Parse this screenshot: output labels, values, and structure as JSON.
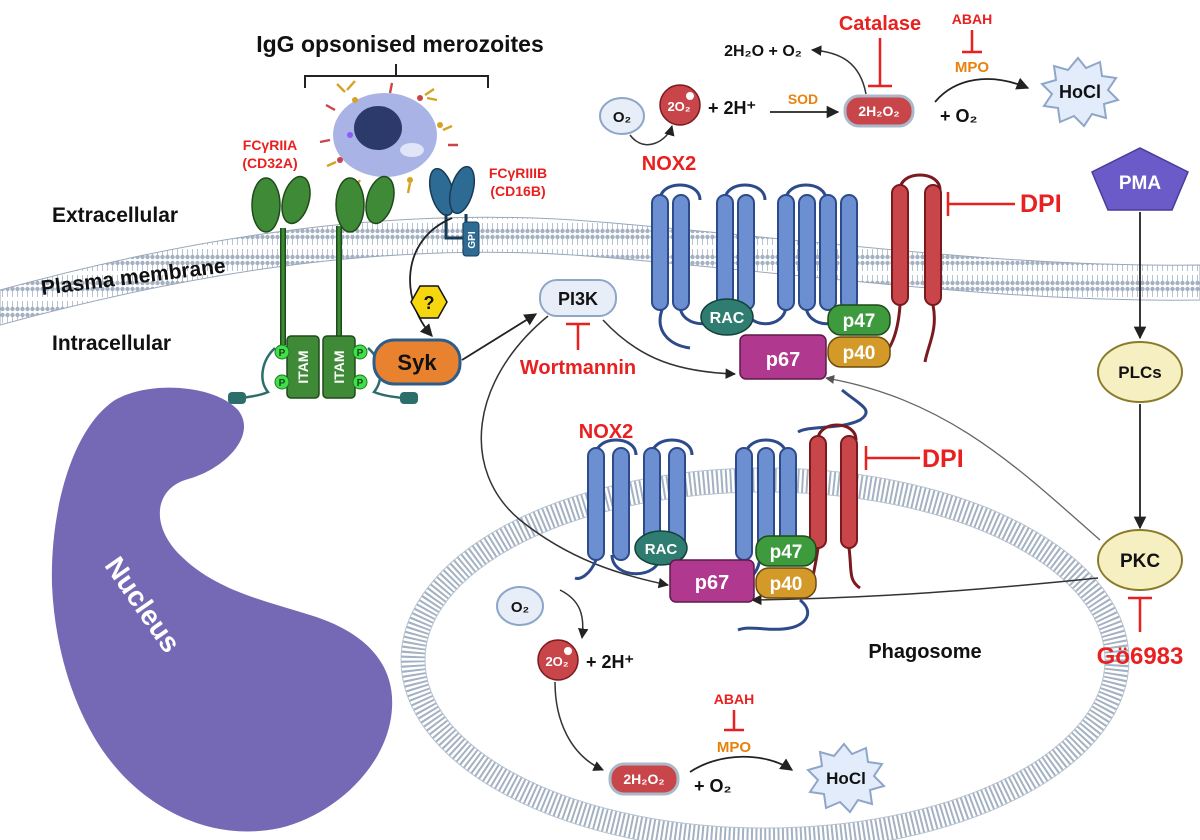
{
  "title": "IgG opsonised merozoites",
  "regions": {
    "extracellular": "Extracellular",
    "plasma_membrane": "Plasma membrane",
    "intracellular": "Intracellular",
    "nucleus": "Nucleus",
    "phagosome": "Phagosome"
  },
  "receptors": {
    "fcgr2a_line1": "FCγRIIA",
    "fcgr2a_line2": "(CD32A)",
    "fcgr3b_line1": "FCγRIIIB",
    "fcgr3b_line2": "(CD16B)",
    "gpi": "GPI",
    "itam": "ITAM",
    "p": "P",
    "question": "?",
    "syk": "Syk"
  },
  "signalling": {
    "pi3k": "PI3K",
    "wortmannin": "Wortmannin",
    "pma": "PMA",
    "plcs": "PLCs",
    "pkc": "PKC",
    "go6983": "Gö6983"
  },
  "nox2_top": {
    "label": "NOX2",
    "rac": "RAC",
    "p67": "p67",
    "p47": "p47",
    "p40": "p40",
    "dpi": "DPI"
  },
  "nox2_phago": {
    "label": "NOX2",
    "rac": "RAC",
    "p67": "p67",
    "p47": "p47",
    "p40": "p40",
    "dpi": "DPI"
  },
  "ros_top": {
    "catalase": "Catalase",
    "h2o_o2": "2H₂O + O₂",
    "abah": "ABAH",
    "mpo": "MPO",
    "hocl": "HoCl",
    "o2": "O₂",
    "superoxide": "2O₂",
    "plus_2h": "+ 2H⁺",
    "sod": "SOD",
    "h2o2": "2H₂O₂",
    "plus_o2": "+ O₂"
  },
  "ros_phago": {
    "o2": "O₂",
    "superoxide": "2O₂",
    "plus_2h": "+ 2H⁺",
    "abah": "ABAH",
    "mpo": "MPO",
    "h2o2": "2H₂O₂",
    "plus_o2": "+ O₂",
    "hocl": "HoCl"
  },
  "colors": {
    "membrane": "#aab8c8",
    "nox_blue": "#6b8fd0",
    "nox_red": "#c8464a",
    "rac_teal": "#2e7d70",
    "p67_magenta": "#b0388e",
    "p47_green": "#3d9a3d",
    "p40_gold": "#d39a2a",
    "syk_orange": "#e8822e",
    "nucleus_purple": "#7568b5",
    "pma_purple": "#6a5bc8",
    "cream": "#f6efc2",
    "inhibitor_red": "#e8201f",
    "enzyme_orange": "#e8820c"
  }
}
